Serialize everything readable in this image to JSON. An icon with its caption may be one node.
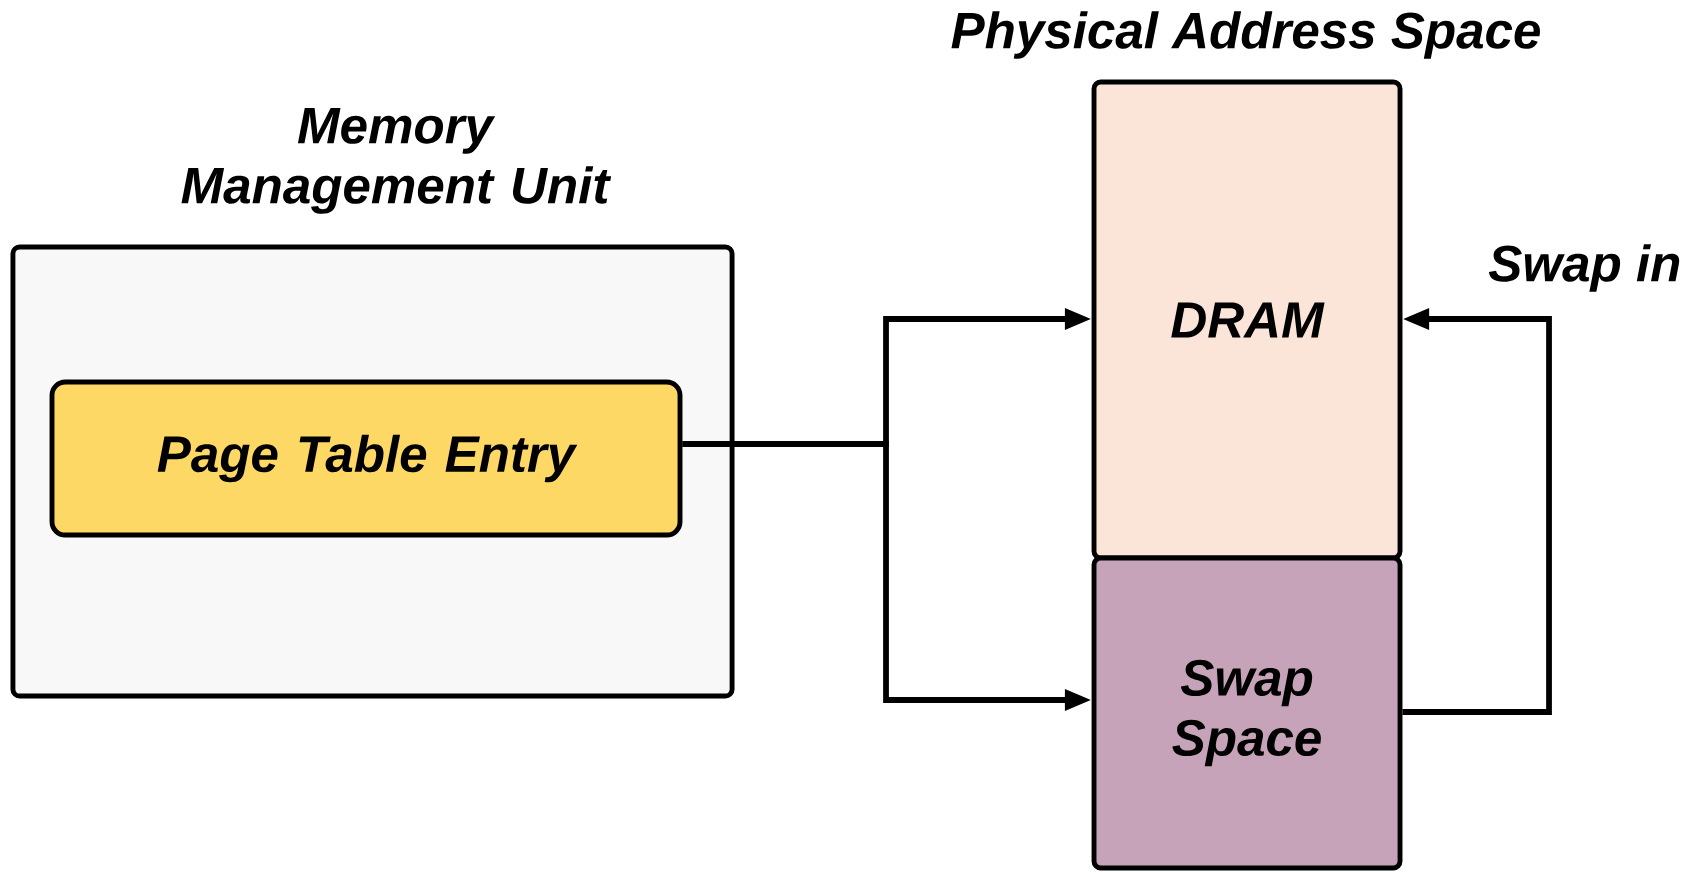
{
  "diagram": {
    "nodes": [
      {
        "text": [
          "Memory Management Unit"
        ]
      },
      {
        "text": [
          "Page Table Entry"
        ],
        "in": 0
      },
      {
        "text": [
          "DRAM"
        ]
      },
      {
        "text": [
          "Swap Space"
        ]
      }
    ],
    "edges": [
      {
        "from": 1,
        "to": 2,
        "arrow": "to"
      },
      {
        "from": 1,
        "to": 3,
        "arrow": "to"
      },
      {
        "from": 3,
        "to": 2,
        "arrow": "to",
        "label": "Swap in"
      }
    ],
    "labels": [
      "Physical Address Space"
    ]
  }
}
